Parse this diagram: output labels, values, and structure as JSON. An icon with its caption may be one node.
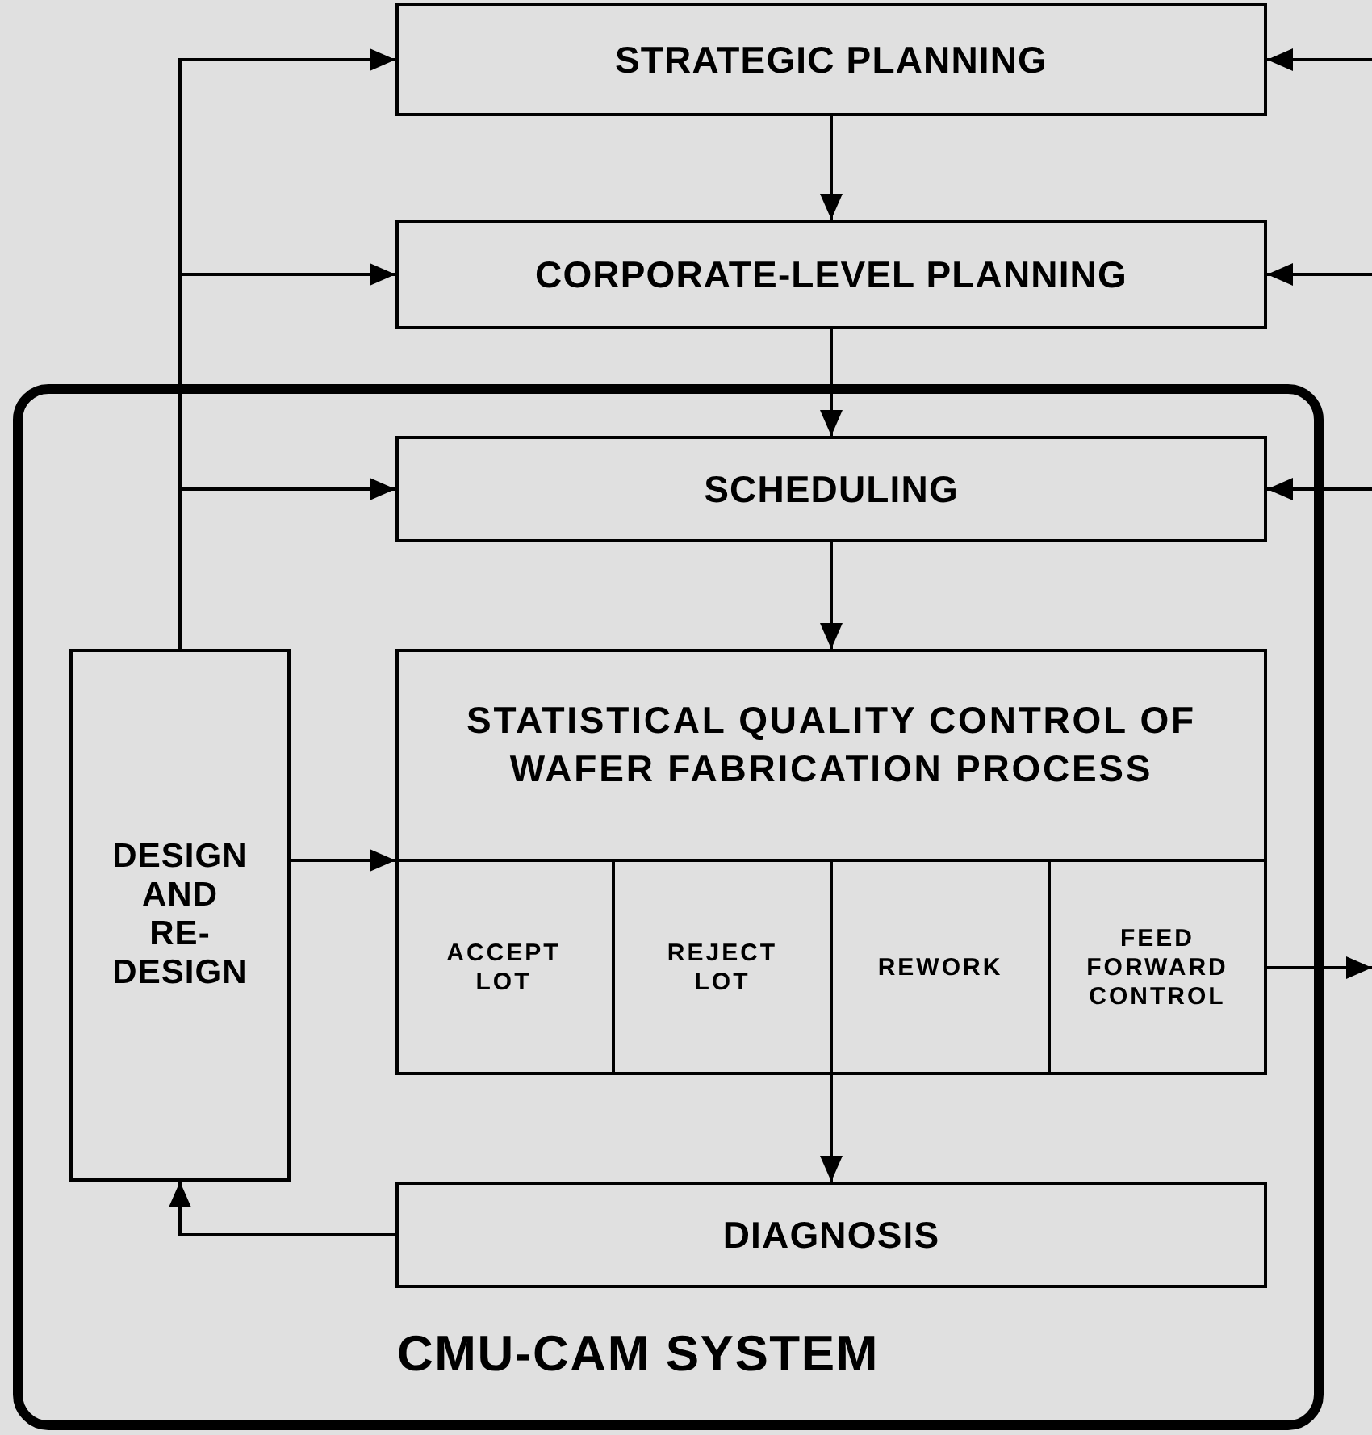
{
  "diagram": {
    "nodes": [
      {
        "text": [
          "STRATEGIC PLANNING"
        ]
      },
      {
        "text": [
          "CORPORATE-LEVEL PLANNING"
        ]
      },
      {
        "text": [
          "CMU-CAM SYSTEM"
        ]
      },
      {
        "text": [
          "SCHEDULING"
        ],
        "in": 2
      },
      {
        "text": [
          "DESIGN AND RE-DESIGN"
        ],
        "in": 2
      },
      {
        "text": [
          "STATISTICAL QUALITY CONTROL OF WAFER FABRICATION PROCESS"
        ],
        "in": 2
      },
      {
        "text": [
          "ACCEPT LOT"
        ],
        "in": 5
      },
      {
        "text": [
          "REJECT LOT"
        ],
        "in": 5
      },
      {
        "text": [
          "REWORK"
        ],
        "in": 5
      },
      {
        "text": [
          "FEED FORWARD CONTROL"
        ],
        "in": 5
      },
      {
        "text": [
          "DIAGNOSIS"
        ],
        "in": 2
      }
    ],
    "edges": [
      {
        "from": 0,
        "to": 1,
        "arrow": "to"
      },
      {
        "from": 1,
        "to": 3,
        "arrow": "to"
      },
      {
        "from": 3,
        "to": 5,
        "arrow": "to"
      },
      {
        "from": 5,
        "to": 10,
        "arrow": "to"
      },
      {
        "from": 10,
        "to": 4,
        "arrow": "to"
      },
      {
        "from": 4,
        "to": 5,
        "arrow": "to"
      },
      {
        "from": 4,
        "to": 0,
        "arrow": "to"
      },
      {
        "from": 4,
        "to": 1,
        "arrow": "to"
      },
      {
        "from": 4,
        "to": 3,
        "arrow": "to"
      },
      {
        "from": 9,
        "to": null,
        "arrow": "to"
      },
      {
        "from": null,
        "to": 0,
        "arrow": "to"
      },
      {
        "from": null,
        "to": 1,
        "arrow": "to"
      },
      {
        "from": null,
        "to": 3,
        "arrow": "to"
      }
    ]
  }
}
